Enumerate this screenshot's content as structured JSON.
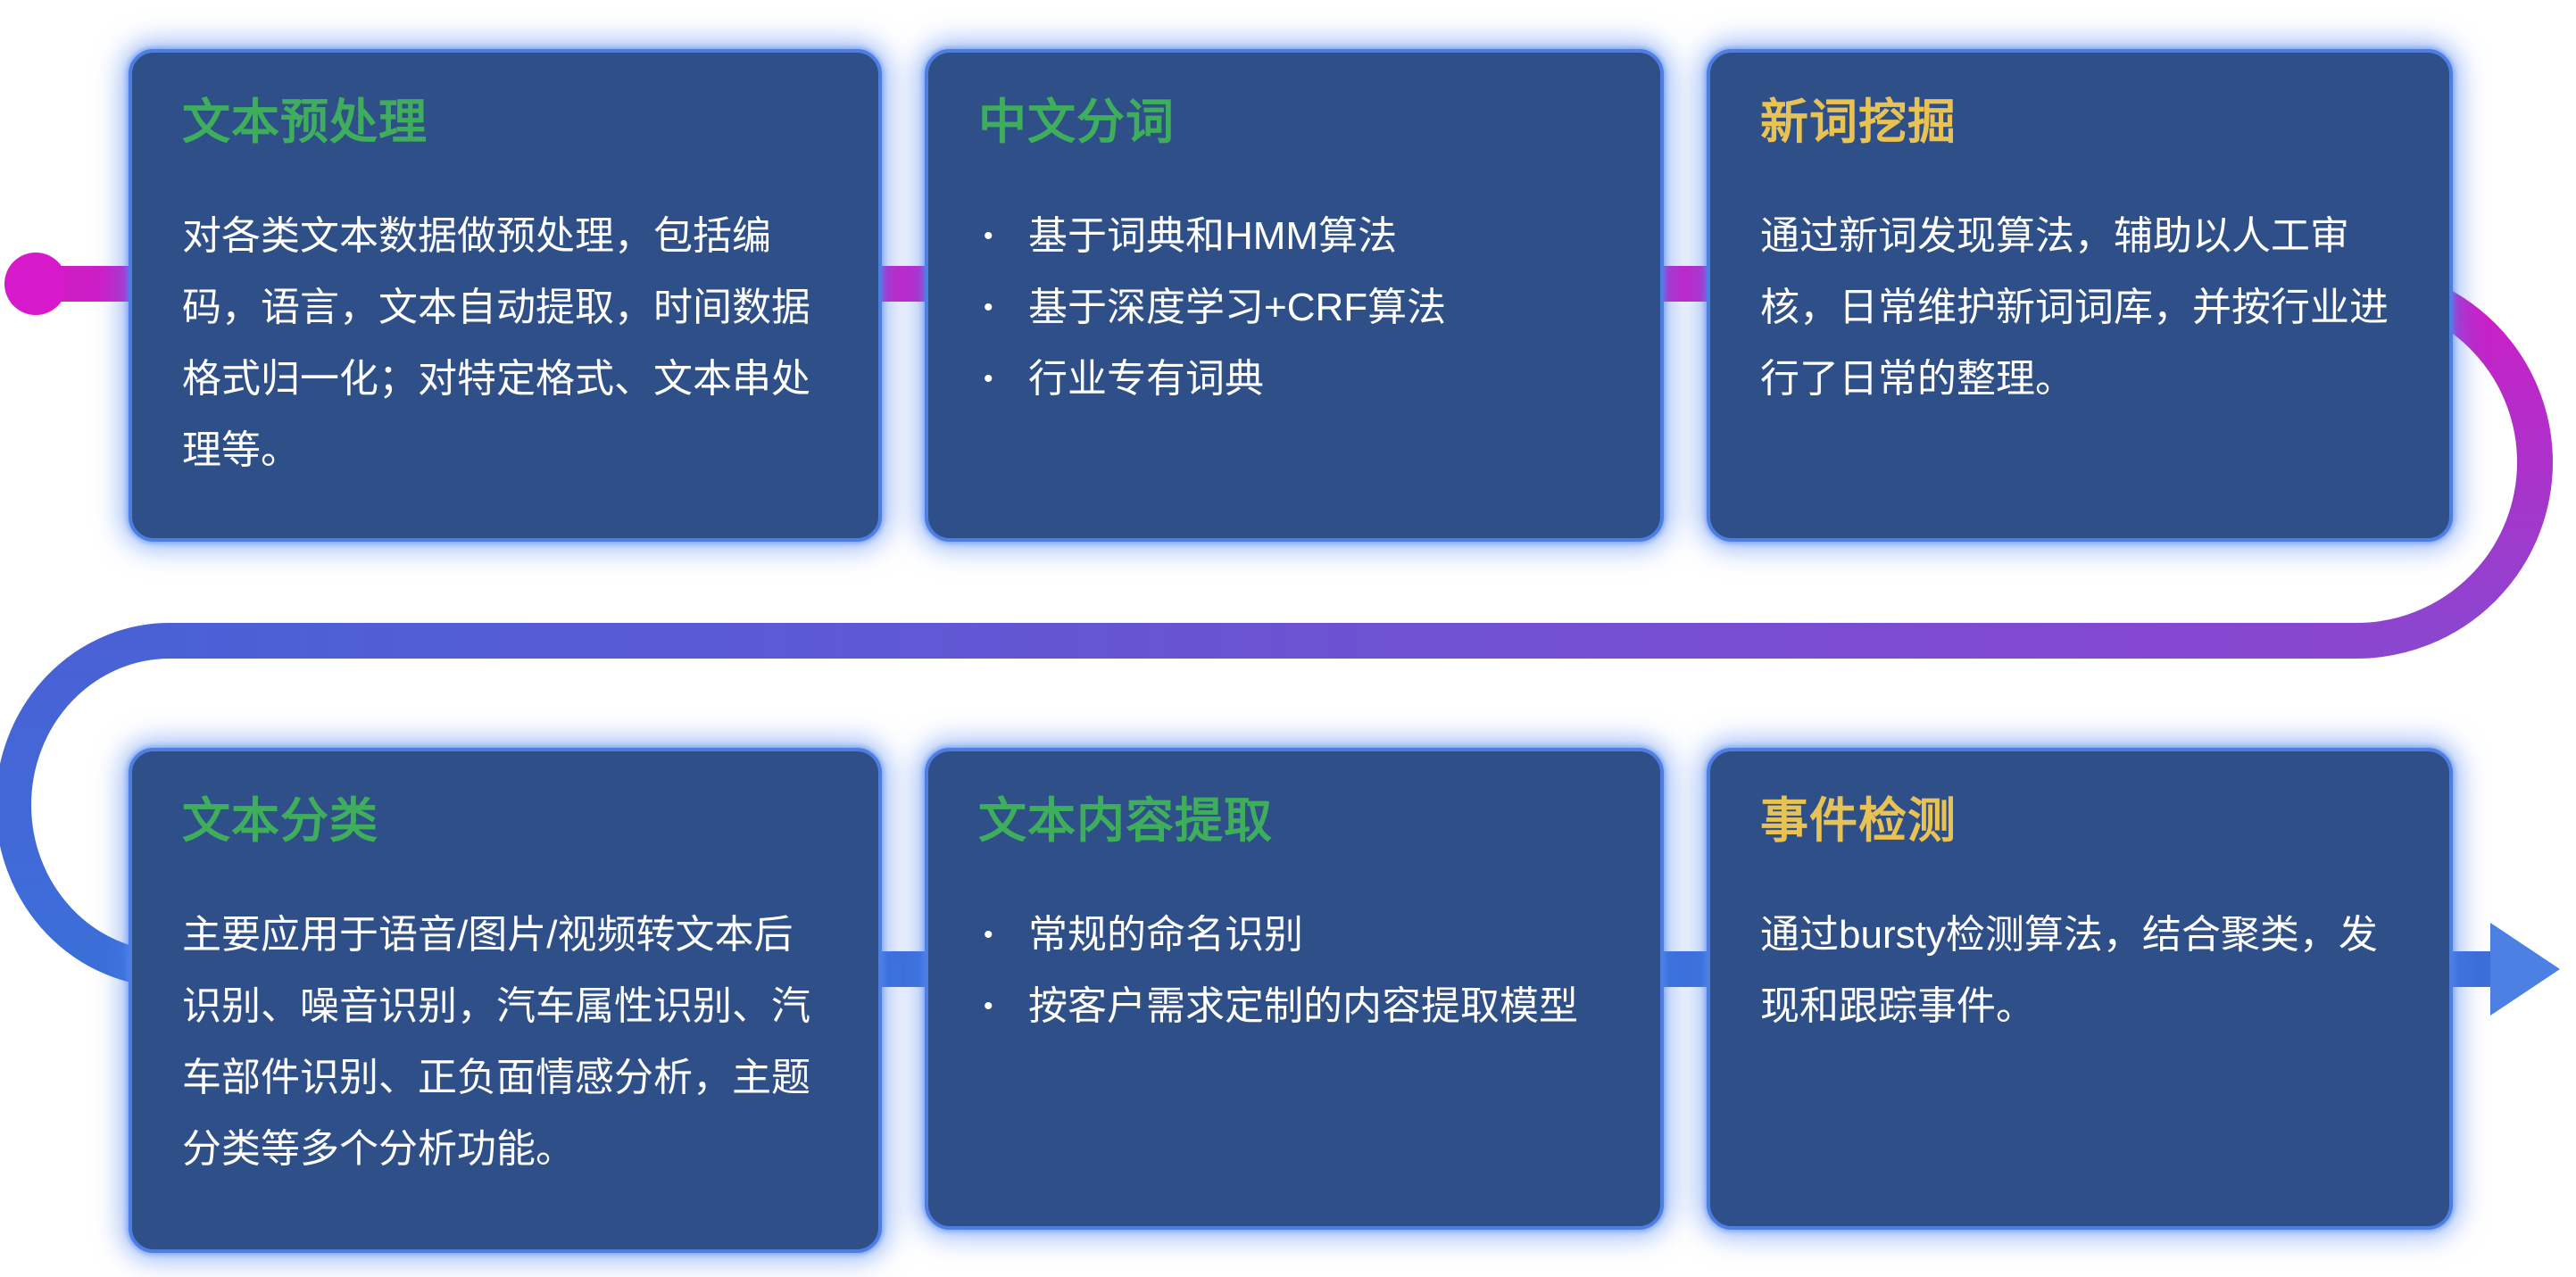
{
  "theme": {
    "page-bg": "#ffffff",
    "card-bg": "#2f4f88",
    "card-border": "#4e7ee0",
    "card-glow": "rgba(72,128,238,0.55)",
    "title-green": "#3fae5c",
    "title-yellow": "#e8c252",
    "body-text": "#ffffff",
    "flow-magenta": "#cd1ec6",
    "flow-purple": "#8a46cf",
    "flow-blue-mid": "#4a61d6",
    "flow-blue": "#3b6fd8",
    "flow-dot": "#d519cb",
    "flow-arrow": "#4c80e2"
  },
  "bullet_marker": "•",
  "cards": [
    {
      "title": "文本预处理",
      "accent": "green",
      "body": "对各类文本数据做预处理，包括编码，语言，文本自动提取，时间数据格式归一化；对特定格式、文本串处理等。"
    },
    {
      "title": "中文分词",
      "accent": "green",
      "bullets": [
        "基于词典和HMM算法",
        "基于深度学习+CRF算法",
        "行业专有词典"
      ]
    },
    {
      "title": "新词挖掘",
      "accent": "yellow",
      "body": "通过新词发现算法，辅助以人工审核，日常维护新词词库，并按行业进行了日常的整理。"
    },
    {
      "title": "文本分类",
      "accent": "green",
      "body": "主要应用于语音/图片/视频转文本后识别、噪音识别，汽车属性识别、汽车部件识别、正负面情感分析，主题分类等多个分析功能。"
    },
    {
      "title": "文本内容提取",
      "accent": "green",
      "bullets": [
        "常规的命名识别",
        "按客户需求定制的内容提取模型"
      ]
    },
    {
      "title": "事件检测",
      "accent": "yellow",
      "body": "通过bursty检测算法，结合聚类，发现和跟踪事件。"
    }
  ]
}
